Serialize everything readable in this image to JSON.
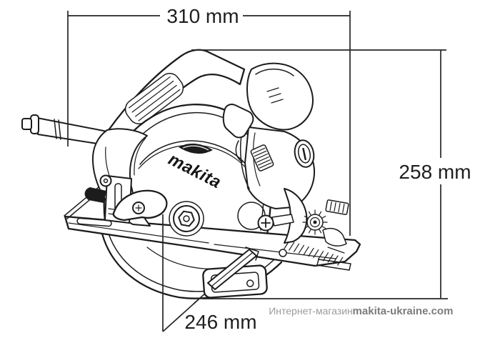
{
  "diagram": {
    "subject": "circular-saw-dimension-drawing",
    "dim_width_label": "310 mm",
    "dim_height_label": "258 mm",
    "dim_blade_label": "246 mm",
    "logo_text": "makita",
    "watermark_prefix": "Интернет-магазин",
    "watermark_site": "makita-ukraine.com",
    "colors": {
      "background": "#ffffff",
      "line_art": "#1c1c1c",
      "dimension_lines": "#262626",
      "dimension_text": "#1f1f1f",
      "watermark_prefix_color": "#9b9b9b",
      "watermark_site_color": "#7c7c7c"
    }
  }
}
